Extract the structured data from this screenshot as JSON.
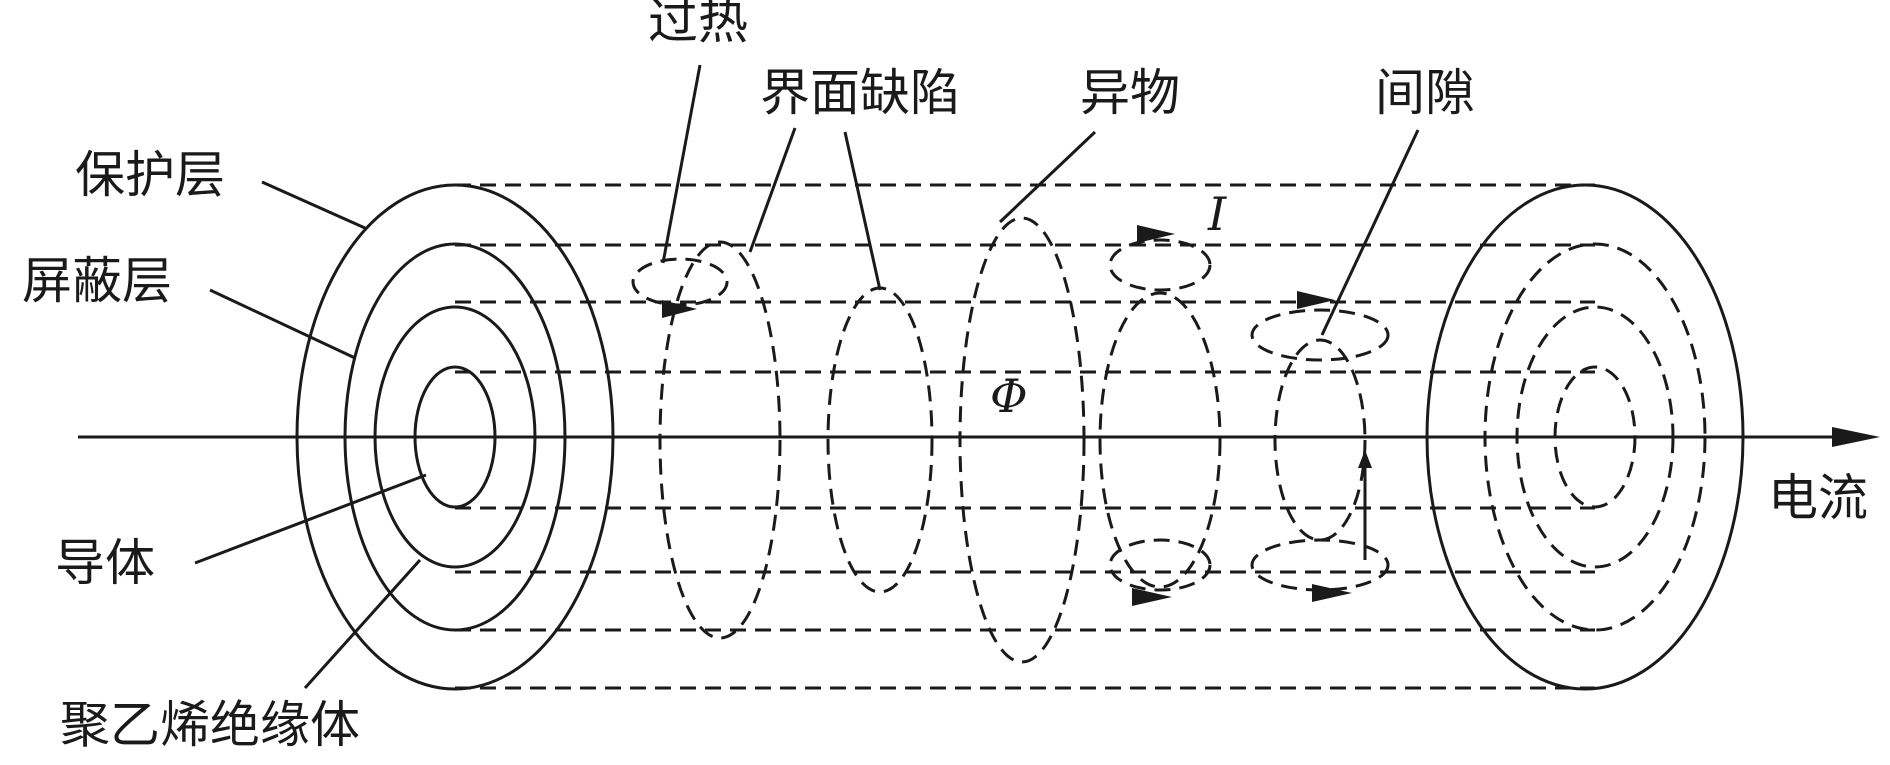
{
  "labels": {
    "overheat": "过热",
    "interface_defect": "界面缺陷",
    "foreign_object": "异物",
    "gap": "间隙",
    "protective_layer": "保护层",
    "shield_layer": "屏蔽层",
    "conductor": "导体",
    "insulation": "聚乙烯绝缘体",
    "current": "电流"
  },
  "symbols": {
    "flux": "Φ",
    "current": "I"
  }
}
